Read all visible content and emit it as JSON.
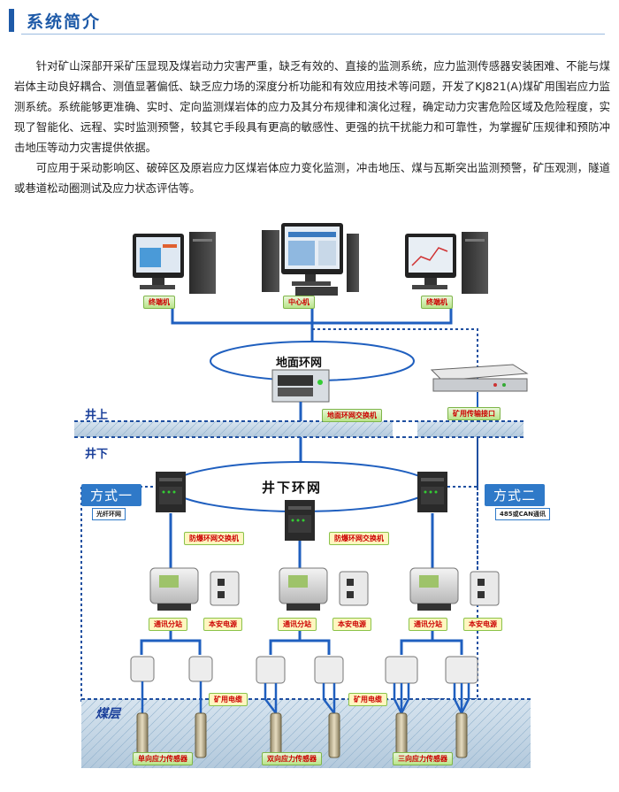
{
  "header": {
    "title": "系统简介"
  },
  "paragraphs": [
    "针对矿山深部开采矿压显现及煤岩动力灾害严重，缺乏有效的、直接的监测系统，应力监测传感器安装困难、不能与煤岩体主动良好耦合、测值显著偏低、缺乏应力场的深度分析功能和有效应用技术等问题，开发了KJ821(A)煤矿用围岩应力监测系统。系统能够更准确、实时、定向监测煤岩体的应力及其分布规律和演化过程，确定动力灾害危险区域及危险程度，实现了智能化、远程、实时监测预警，较其它手段具有更高的敏感性、更强的抗干扰能力和可靠性，为掌握矿压规律和预防冲击地压等动力灾害提供依据。",
    "可应用于采动影响区、破碎区及原岩应力区煤岩体应力变化监测，冲击地压、煤与瓦斯突出监测预警，矿压观测，隧道或巷道松动圈测试及应力状态评估等。"
  ],
  "diagram": {
    "terminal_left": "终端机",
    "center": "中心机",
    "terminal_right": "终端机",
    "ground_ring": "地面环网",
    "ground_switch": "地面环网交换机",
    "mine_interface": "矿用传输接口",
    "surface": "井上",
    "underground": "井下",
    "mode1": "方式一",
    "mode1_sub": "光纤环网",
    "mode2": "方式二",
    "mode2_sub": "485或CAN通讯",
    "underground_ring": "井下环网",
    "explosion_switch_1": "防爆环网交换机",
    "explosion_switch_2": "防爆环网交换机",
    "substation": "通讯分站",
    "power": "本安电源",
    "cable": "矿用电缆",
    "coal_seam": "煤层",
    "sensor_1": "单向应力传感器",
    "sensor_2": "双向应力传感器",
    "sensor_3": "三向应力传感器",
    "colors": {
      "accent": "#1e5aa8",
      "line": "#1f5fbf",
      "mode": "#2f79c8",
      "label_text": "#cc0000"
    }
  }
}
